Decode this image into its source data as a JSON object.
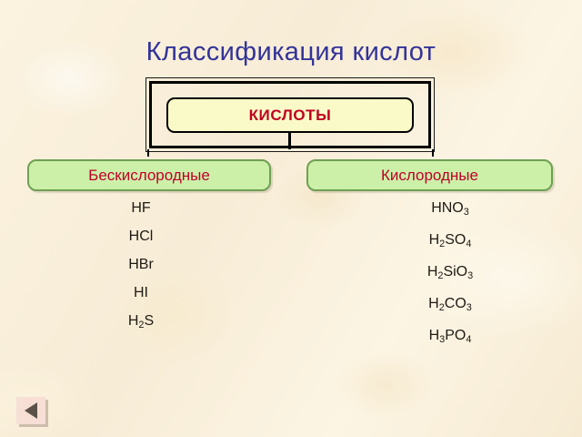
{
  "slide": {
    "title": "Классификация кислот",
    "background_color": "#faf1dc",
    "title_color": "#333399"
  },
  "root_box": {
    "label": "КИСЛОТЫ",
    "fill_color": "#fafac8",
    "border_color": "#000000",
    "text_color": "#c00020"
  },
  "categories": [
    {
      "label": "Бескислородные",
      "fill_color": "#ccf0a8",
      "border_color": "#6f9f54",
      "text_color": "#c0002a",
      "formulas": [
        {
          "formula": "HF",
          "html": "HF"
        },
        {
          "formula": "HCl",
          "html": "HCl"
        },
        {
          "formula": "HBr",
          "html": "HBr"
        },
        {
          "formula": "HI",
          "html": "HI"
        },
        {
          "formula": "H2S",
          "html": "H<sub>2</sub>S"
        }
      ]
    },
    {
      "label": "Кислородные",
      "fill_color": "#ccf0a8",
      "border_color": "#6f9f54",
      "text_color": "#c0002a",
      "formulas": [
        {
          "formula": "HNO3",
          "html": "HNO<sub>3</sub>"
        },
        {
          "formula": "H2SO4",
          "html": "H<sub>2</sub>SO<sub>4</sub>"
        },
        {
          "formula": "H2SiO3",
          "html": "H<sub>2</sub>SiO<sub>3</sub>"
        },
        {
          "formula": "H2CO3",
          "html": "H<sub>2</sub>CO<sub>3</sub>"
        },
        {
          "formula": "H3PO4",
          "html": "H<sub>3</sub>PO<sub>4</sub>"
        }
      ]
    }
  ],
  "navigation": {
    "back_button_icon": "triangle-left-icon",
    "back_button_color": "#f7dfd6",
    "back_button_arrow_color": "#5a5248"
  }
}
